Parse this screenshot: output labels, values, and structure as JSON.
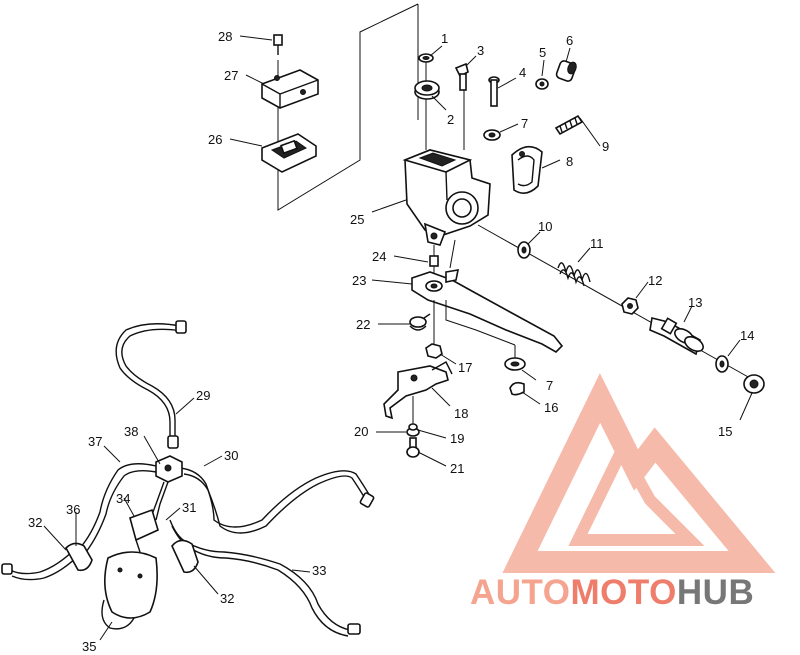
{
  "diagram": {
    "callouts": {
      "c1": "1",
      "c2": "2",
      "c3": "3",
      "c4": "4",
      "c5": "5",
      "c6": "6",
      "c7a": "7",
      "c7b": "7",
      "c8": "8",
      "c9": "9",
      "c10": "10",
      "c11": "11",
      "c12": "12",
      "c13": "13",
      "c14": "14",
      "c15": "15",
      "c16": "16",
      "c17": "17",
      "c18": "18",
      "c19": "19",
      "c20": "20",
      "c21": "21",
      "c22": "22",
      "c23": "23",
      "c24": "24",
      "c25": "25",
      "c26": "26",
      "c27": "27",
      "c28": "28",
      "c29": "29",
      "c30": "30",
      "c31": "31",
      "c32a": "32",
      "c32b": "32",
      "c33": "33",
      "c34": "34",
      "c35": "35",
      "c36": "36",
      "c37": "37",
      "c38": "38"
    }
  },
  "watermark": {
    "word_part1": "AUTO",
    "word_part2": "MOTO",
    "word_part3": "HUB",
    "color_primary": "#f4a48f",
    "color_secondary": "#ef7d6b",
    "color_tertiary": "#777777"
  }
}
